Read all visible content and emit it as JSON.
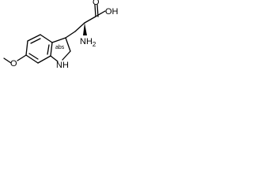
{
  "molecule": {
    "atoms": {
      "carboxyl_oh": "OH",
      "carbonyl_o": "O",
      "amine": "NH",
      "amine_subscript": "2",
      "indole_nh": "NH",
      "methoxy_o": "O"
    },
    "stereo_bond": "wedge",
    "aromatic_ring_marking": "abs"
  }
}
